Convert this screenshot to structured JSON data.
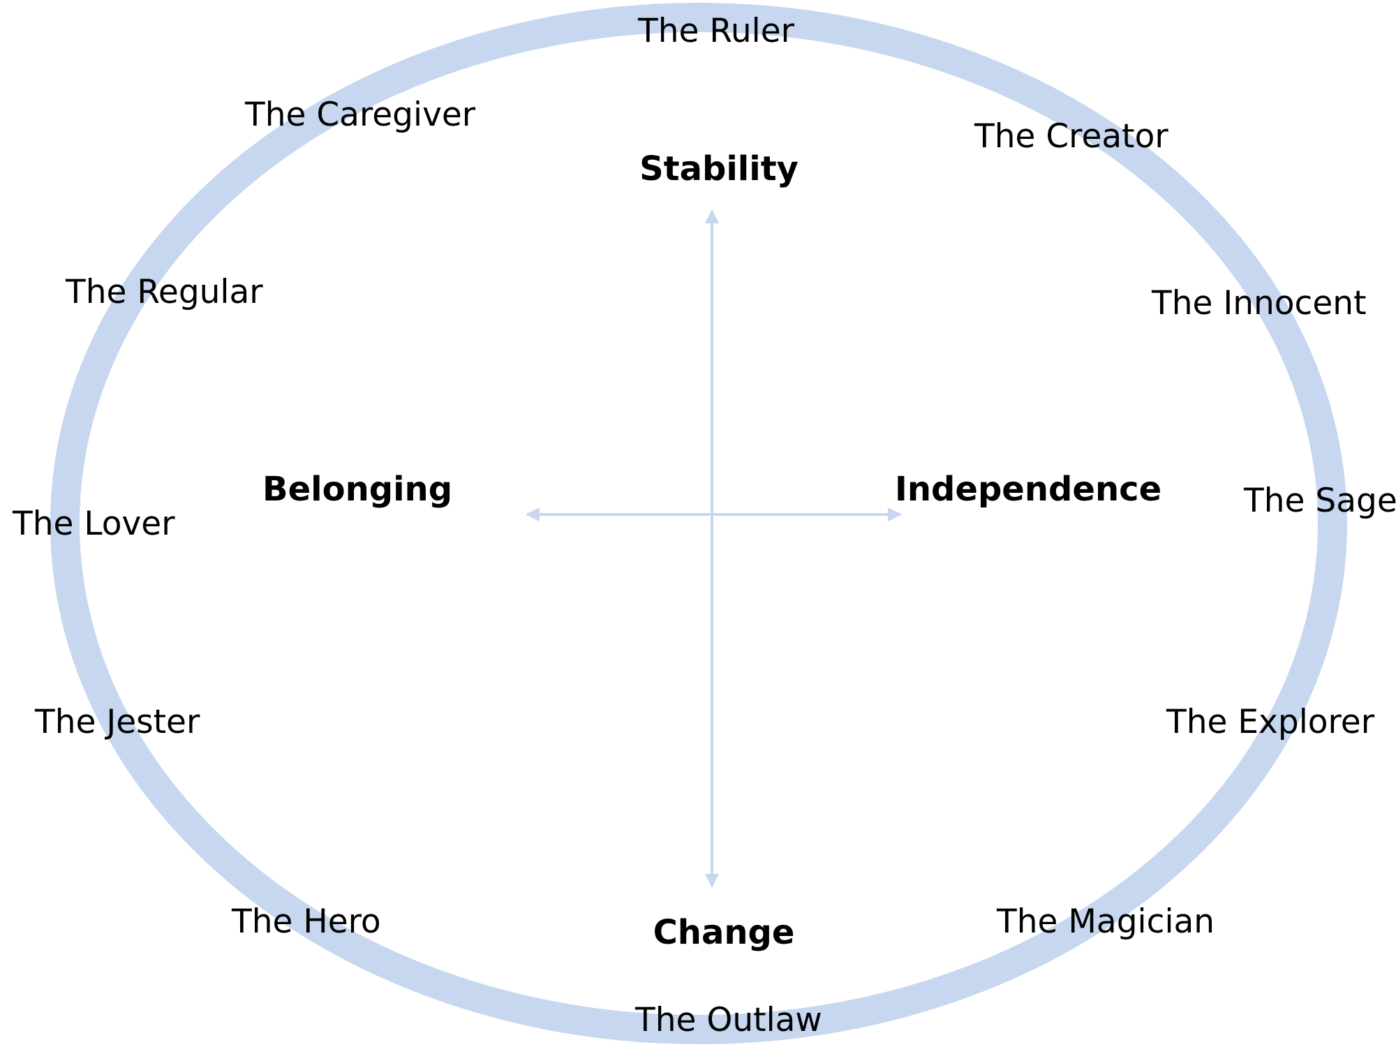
{
  "colors": {
    "ring": "#c6d7ef",
    "axis": "#c6d7ef",
    "text": "#000000",
    "background": "#ffffff"
  },
  "axes": {
    "top": "Stability",
    "bottom": "Change",
    "left": "Belonging",
    "right": "Independence"
  },
  "archetypes": {
    "ruler": "The Ruler",
    "caregiver": "The Caregiver",
    "creator": "The Creator",
    "regular": "The Regular",
    "innocent": "The Innocent",
    "lover": "The Lover",
    "sage": "The Sage",
    "jester": "The Jester",
    "explorer": "The Explorer",
    "hero": "The Hero",
    "magician": "The Magician",
    "outlaw": "The Outlaw"
  }
}
